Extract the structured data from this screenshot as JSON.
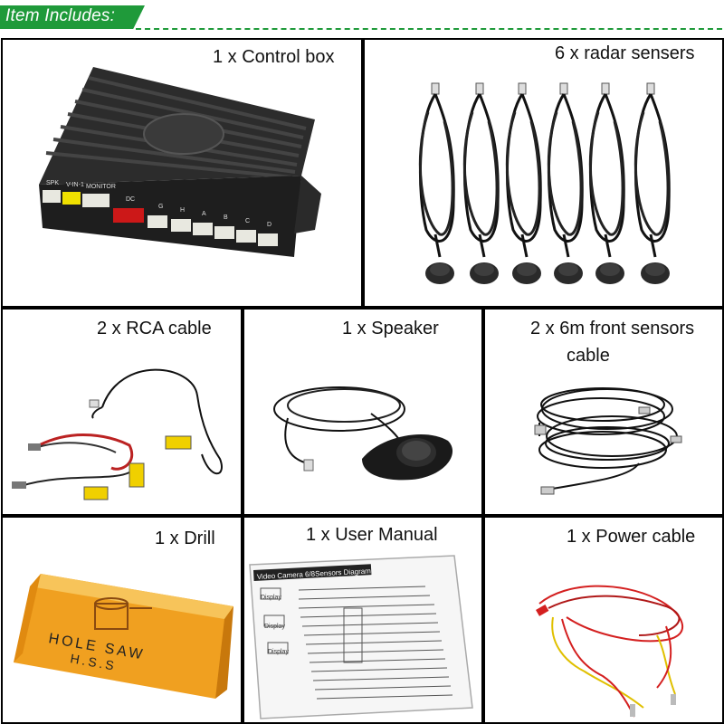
{
  "header": {
    "title": "Item Includes:"
  },
  "items": [
    {
      "label": "1 x Control box"
    },
    {
      "label": "6 x radar sensers"
    },
    {
      "label": "2 x RCA cable"
    },
    {
      "label": "1 x Speaker"
    },
    {
      "label": "2 x 6m front sensors",
      "label_line2": "cable"
    },
    {
      "label": "1 x Drill"
    },
    {
      "label": "1 x User Manual"
    },
    {
      "label": "1 x Power cable"
    }
  ],
  "control_box": {
    "port_labels": [
      "SPK",
      "V-IN-1",
      "MONITOR",
      "DC",
      "G",
      "H",
      "A",
      "B",
      "C",
      "D"
    ]
  },
  "drill_box": {
    "text_line1": "HOLE SAW",
    "text_line2": "H.S.S"
  },
  "manual": {
    "title": "Video Camera 6/8Sensors Diagram",
    "side_labels": [
      "Display",
      "Display",
      "Display"
    ]
  },
  "colors": {
    "accent_green": "#1f9a3a",
    "drill_box_orange": "#f0a020",
    "rca_yellow": "#f0d000",
    "power_red": "#d42020"
  }
}
